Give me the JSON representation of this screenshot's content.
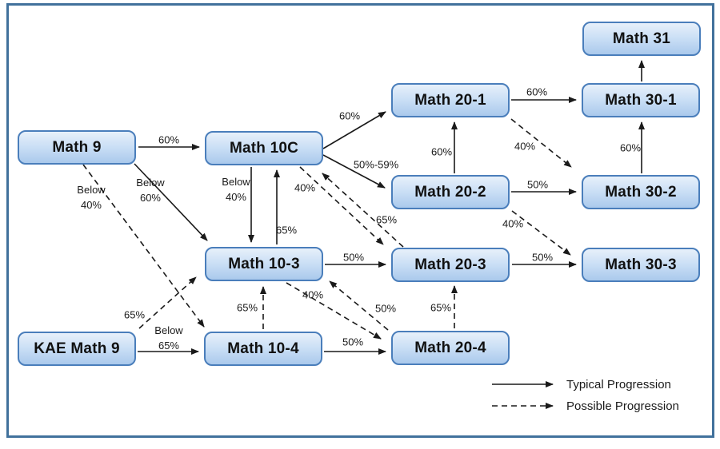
{
  "diagram": {
    "nodes": [
      {
        "id": "math-9",
        "label": "Math 9"
      },
      {
        "id": "math-10c",
        "label": "Math 10C"
      },
      {
        "id": "math-20-1",
        "label": "Math 20-1"
      },
      {
        "id": "math-20-2",
        "label": "Math 20-2"
      },
      {
        "id": "math-10-3",
        "label": "Math 10-3"
      },
      {
        "id": "math-10-4",
        "label": "Math 10-4"
      },
      {
        "id": "math-20-3",
        "label": "Math 20-3"
      },
      {
        "id": "math-20-4",
        "label": "Math 20-4"
      },
      {
        "id": "math-30-1",
        "label": "Math 30-1"
      },
      {
        "id": "math-30-2",
        "label": "Math 30-2"
      },
      {
        "id": "math-30-3",
        "label": "Math 30-3"
      },
      {
        "id": "math-31",
        "label": "Math 31"
      },
      {
        "id": "kae-math-9",
        "label": "KAE Math 9"
      }
    ],
    "edges": [
      {
        "from": "math-9",
        "to": "math-10c",
        "type": "solid",
        "label": "60%"
      },
      {
        "from": "math-9",
        "to": "math-10-3",
        "type": "solid",
        "label": "Below\n60%"
      },
      {
        "from": "math-9",
        "to": "math-10-4",
        "type": "dashed",
        "label": "Below\n40%"
      },
      {
        "from": "math-10c",
        "to": "math-10-3",
        "type": "solid",
        "label": "Below\n40%"
      },
      {
        "from": "math-10-3",
        "to": "math-10c",
        "type": "solid",
        "label": "65%"
      },
      {
        "from": "math-10c",
        "to": "math-20-1",
        "type": "solid",
        "label": "60%"
      },
      {
        "from": "math-10c",
        "to": "math-20-2",
        "type": "solid",
        "label": "50%-59%"
      },
      {
        "from": "math-10c",
        "to": "math-20-3",
        "type": "dashed",
        "label": "40%"
      },
      {
        "from": "math-20-3",
        "to": "math-10c",
        "type": "dashed",
        "label": "65%"
      },
      {
        "from": "math-20-2",
        "to": "math-20-1",
        "type": "solid",
        "label": "60%"
      },
      {
        "from": "math-20-1",
        "to": "math-30-1",
        "type": "solid",
        "label": "60%"
      },
      {
        "from": "math-20-1",
        "to": "math-30-2",
        "type": "dashed",
        "label": "40%"
      },
      {
        "from": "math-20-2",
        "to": "math-30-2",
        "type": "solid",
        "label": "50%"
      },
      {
        "from": "math-20-2",
        "to": "math-30-3",
        "type": "dashed",
        "label": "40%"
      },
      {
        "from": "math-30-2",
        "to": "math-30-1",
        "type": "solid",
        "label": "60%"
      },
      {
        "from": "math-30-1",
        "to": "math-31",
        "type": "solid",
        "label": ""
      },
      {
        "from": "math-10-3",
        "to": "math-20-3",
        "type": "solid",
        "label": "50%"
      },
      {
        "from": "math-20-3",
        "to": "math-30-3",
        "type": "solid",
        "label": "50%"
      },
      {
        "from": "kae-math-9",
        "to": "math-10-4",
        "type": "solid",
        "label": "Below\n65%"
      },
      {
        "from": "kae-math-9",
        "to": "math-10-3",
        "type": "dashed",
        "label": "65%"
      },
      {
        "from": "math-10-4",
        "to": "math-20-4",
        "type": "solid",
        "label": "50%"
      },
      {
        "from": "math-10-4",
        "to": "math-10-3",
        "type": "dashed",
        "label": "65%"
      },
      {
        "from": "math-20-4",
        "to": "math-20-3",
        "type": "dashed",
        "label": "65%"
      },
      {
        "from": "math-10-3",
        "to": "math-20-4",
        "type": "dashed",
        "label": "50%"
      },
      {
        "from": "math-20-4",
        "to": "math-10-3",
        "type": "dashed",
        "label": "40%"
      }
    ],
    "legend": [
      {
        "type": "solid",
        "label": "Typical Progression"
      },
      {
        "type": "dashed",
        "label": "Possible Progression"
      }
    ],
    "colors": {
      "frame": "#41719c",
      "node_border": "#4a7ebb",
      "node_fill_top": "#e7f0fa",
      "node_fill_bottom": "#aac9ec",
      "arrow": "#1a1a1a"
    }
  }
}
